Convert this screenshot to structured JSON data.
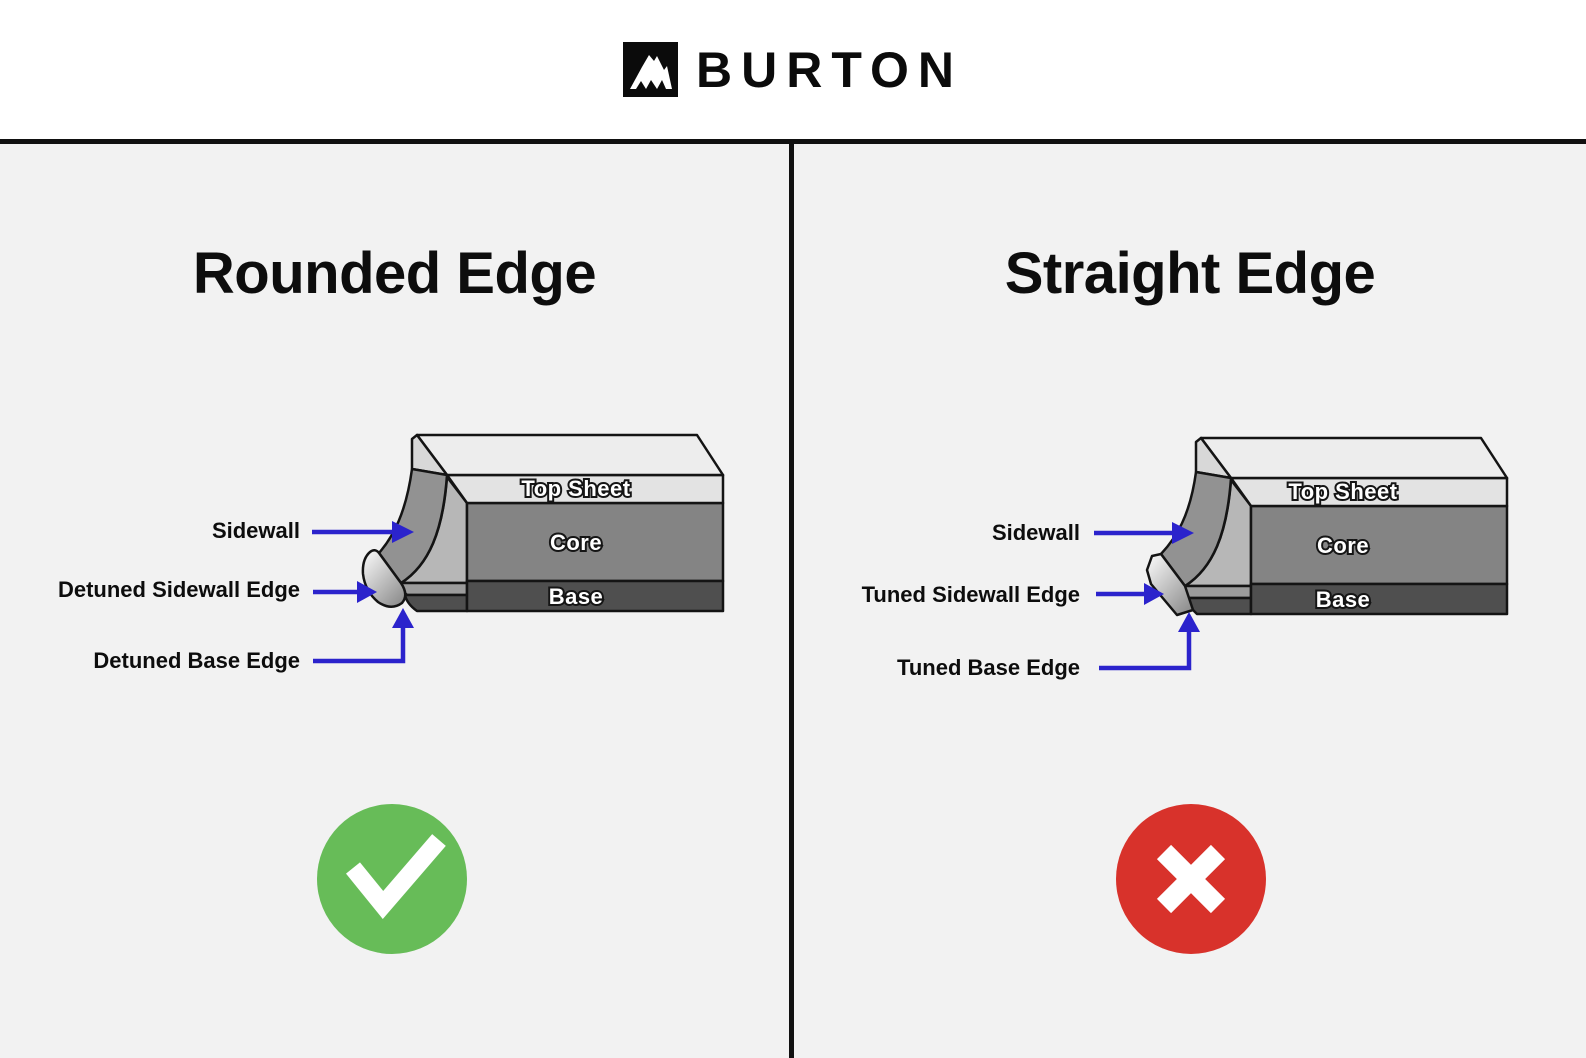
{
  "brand": {
    "name": "BURTON",
    "logo_icon": "mountain-icon"
  },
  "colors": {
    "background_body": "#f2f2f2",
    "background_header": "#ffffff",
    "divider": "#111111",
    "arrow_blue": "#2b23cc",
    "approve_green": "#67bc58",
    "reject_red": "#d8322b"
  },
  "panels": {
    "left": {
      "title": "Rounded Edge",
      "layers": {
        "top_sheet": "Top Sheet",
        "core": "Core",
        "base": "Base"
      },
      "callouts": {
        "sidewall": "Sidewall",
        "sidewall_edge": "Detuned Sidewall Edge",
        "base_edge": "Detuned Base Edge"
      },
      "verdict_icon": "check-approved"
    },
    "right": {
      "title": "Straight Edge",
      "layers": {
        "top_sheet": "Top Sheet",
        "core": "Core",
        "base": "Base"
      },
      "callouts": {
        "sidewall": "Sidewall",
        "sidewall_edge": "Tuned Sidewall Edge",
        "base_edge": "Tuned Base Edge"
      },
      "verdict_icon": "x-rejected"
    }
  }
}
